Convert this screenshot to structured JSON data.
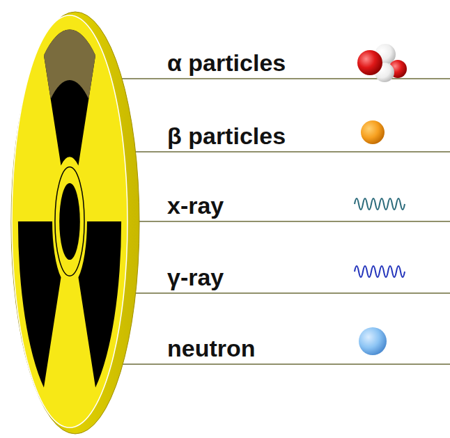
{
  "diagram": {
    "labels": [
      "α particles",
      "β particles",
      "x-ray",
      "γ-ray",
      "neutron"
    ]
  }
}
